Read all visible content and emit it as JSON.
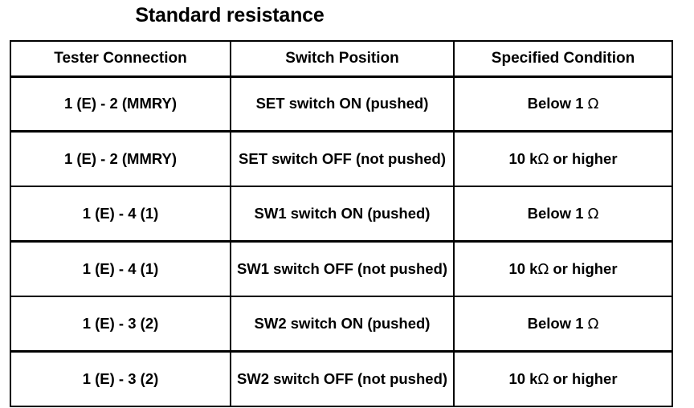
{
  "title": "Standard resistance",
  "table": {
    "headers": [
      "Tester Connection",
      "Switch Position",
      "Specified Condition"
    ],
    "rows": [
      {
        "tester_connection": "1 (E) - 2 (MMRY)",
        "switch_position": "SET switch ON (pushed)",
        "specified_condition_prefix": "Below 1 ",
        "specified_condition_unit": "Ω",
        "specified_condition_suffix": ""
      },
      {
        "tester_connection": "1 (E) - 2 (MMRY)",
        "switch_position": "SET switch OFF (not pushed)",
        "specified_condition_prefix": "10 k",
        "specified_condition_unit": "Ω",
        "specified_condition_suffix": " or higher"
      },
      {
        "tester_connection": "1 (E) - 4 (1)",
        "switch_position": "SW1 switch ON (pushed)",
        "specified_condition_prefix": "Below 1 ",
        "specified_condition_unit": "Ω",
        "specified_condition_suffix": ""
      },
      {
        "tester_connection": "1 (E) - 4 (1)",
        "switch_position": "SW1 switch OFF (not pushed)",
        "specified_condition_prefix": "10 k",
        "specified_condition_unit": "Ω",
        "specified_condition_suffix": " or higher"
      },
      {
        "tester_connection": "1 (E) - 3 (2)",
        "switch_position": "SW2 switch ON (pushed)",
        "specified_condition_prefix": "Below 1 ",
        "specified_condition_unit": "Ω",
        "specified_condition_suffix": ""
      },
      {
        "tester_connection": "1 (E) - 3 (2)",
        "switch_position": "SW2 switch OFF (not pushed)",
        "specified_condition_prefix": "10 k",
        "specified_condition_unit": "Ω",
        "specified_condition_suffix": " or higher"
      }
    ]
  },
  "colors": {
    "background": "#ffffff",
    "text": "#000000",
    "border": "#000000"
  }
}
